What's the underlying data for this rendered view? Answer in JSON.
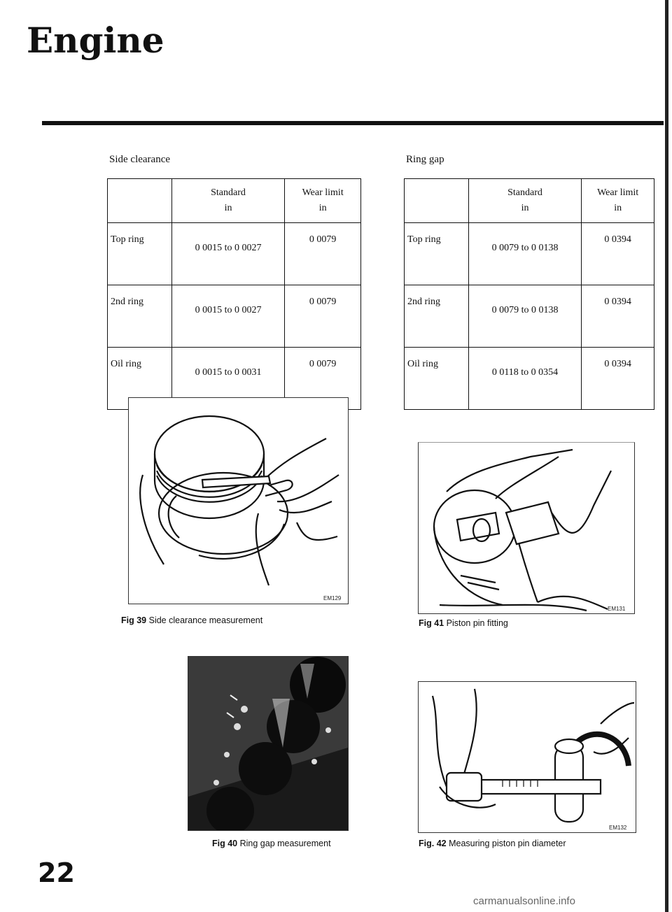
{
  "header": {
    "title": "Engine"
  },
  "side_clearance": {
    "title": "Side clearance",
    "col_standard": "Standard",
    "col_wear": "Wear limit",
    "unit": "in",
    "rows": [
      {
        "label": "Top ring",
        "standard": "0 0015 to 0 0027",
        "wear": "0 0079"
      },
      {
        "label": "2nd ring",
        "standard": "0 0015 to 0 0027",
        "wear": "0 0079"
      },
      {
        "label": "Oil ring",
        "standard": "0 0015 to 0 0031",
        "wear": "0 0079"
      }
    ]
  },
  "ring_gap": {
    "title": "Ring gap",
    "col_standard": "Standard",
    "col_wear": "Wear limit",
    "unit": "in",
    "rows": [
      {
        "label": "Top ring",
        "standard": "0 0079 to 0 0138",
        "wear": "0 0394"
      },
      {
        "label": "2nd ring",
        "standard": "0 0079 to 0 0138",
        "wear": "0 0394"
      },
      {
        "label": "Oil ring",
        "standard": "0 0118 to 0 0354",
        "wear": "0 0394"
      }
    ]
  },
  "figures": {
    "fig39": {
      "num": "Fig 39",
      "caption": "Side clearance measurement",
      "code": "EM129"
    },
    "fig40": {
      "num": "Fig 40",
      "caption": "Ring gap measurement"
    },
    "fig41": {
      "num": "Fig 41",
      "caption": "Piston pin fitting",
      "code": "EM131"
    },
    "fig42": {
      "num": "Fig. 42",
      "caption": "Measuring piston pin diameter",
      "code": "EM132"
    }
  },
  "page_number": "22",
  "footer": {
    "url": "carmanualsonline.info"
  }
}
